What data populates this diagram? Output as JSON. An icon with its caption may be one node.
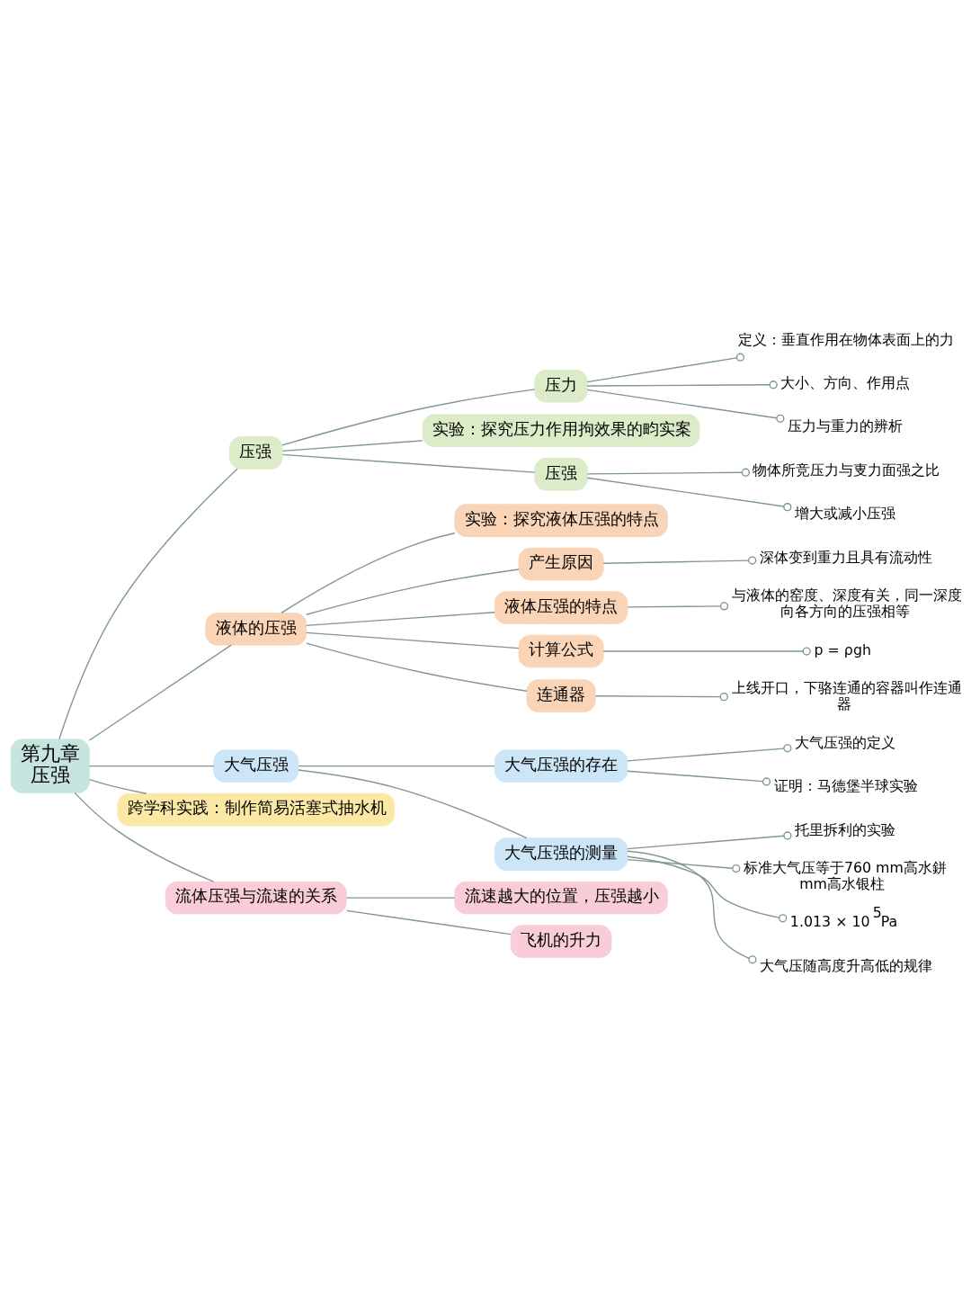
{
  "diagram": {
    "nodes": [
      {
        "text": [
          "第九章",
          "压强"
        ]
      },
      {
        "text": [
          "压强"
        ]
      },
      {
        "text": [
          "压力"
        ]
      },
      {
        "text": [
          "定义：垂直作用在物体表面上的力"
        ]
      },
      {
        "text": [
          "大小、方向、作用点"
        ]
      },
      {
        "text": [
          "压力与重力的辨析"
        ]
      },
      {
        "text": [
          "实验：探究压力作用拘效果的畇实案"
        ]
      },
      {
        "text": [
          "压强"
        ]
      },
      {
        "text": [
          "物体所竞压力与叓力面强之比"
        ]
      },
      {
        "text": [
          "增大或减小压强"
        ]
      },
      {
        "text": [
          "液体的压强"
        ]
      },
      {
        "text": [
          "实验：探究液体压强的特点"
        ]
      },
      {
        "text": [
          "产生原因"
        ]
      },
      {
        "text": [
          "深体变到重力且具有流动性"
        ]
      },
      {
        "text": [
          "液体压强的特点"
        ]
      },
      {
        "text": [
          "与液体的窑度、深度有关，同一深度向各方向的压强相等"
        ]
      },
      {
        "text": [
          "计算公式"
        ]
      },
      {
        "text": [
          "p = ρgh"
        ]
      },
      {
        "text": [
          "连通器"
        ]
      },
      {
        "text": [
          "上线开口，下骆连通的容器叫作连通器"
        ]
      },
      {
        "text": [
          "大气压强"
        ]
      },
      {
        "text": [
          "大气压强的存在"
        ]
      },
      {
        "text": [
          "大气压强的定义"
        ]
      },
      {
        "text": [
          "证明：马德堡半球实验"
        ]
      },
      {
        "text": [
          "大气压强的测量"
        ]
      },
      {
        "text": [
          "托里拆利的实验"
        ]
      },
      {
        "text": [
          "标准大气压等于760 mm高水鉼 mm高水银柱"
        ]
      },
      {
        "text": [
          "1.013 × 10$^{5}$Pa"
        ]
      },
      {
        "text": [
          "大气压随高度升高低的规律"
        ]
      },
      {
        "text": [
          "跨学科实践：制作简易活塞式抽水机"
        ]
      },
      {
        "text": [
          "流体压强与流速的关系"
        ]
      },
      {
        "text": [
          "流速越大的位置，压强越小"
        ]
      },
      {
        "text": [
          "飞机的升力"
        ]
      }
    ],
    "edges": [
      {
        "from": 0,
        "to": 1,
        "arrow": "none"
      },
      {
        "from": 1,
        "to": 2,
        "arrow": "none"
      },
      {
        "from": 2,
        "to": 3,
        "arrow": "other"
      },
      {
        "from": 2,
        "to": 4,
        "arrow": "other"
      },
      {
        "from": 2,
        "to": 5,
        "arrow": "other"
      },
      {
        "from": 1,
        "to": 6,
        "arrow": "none"
      },
      {
        "from": 1,
        "to": 7,
        "arrow": "none"
      },
      {
        "from": 7,
        "to": 8,
        "arrow": "other"
      },
      {
        "from": 7,
        "to": 9,
        "arrow": "other"
      },
      {
        "from": 0,
        "to": 10,
        "arrow": "none"
      },
      {
        "from": 10,
        "to": 11,
        "arrow": "none"
      },
      {
        "from": 10,
        "to": 12,
        "arrow": "none"
      },
      {
        "from": 12,
        "to": 13,
        "arrow": "other"
      },
      {
        "from": 10,
        "to": 14,
        "arrow": "none"
      },
      {
        "from": 14,
        "to": 15,
        "arrow": "other"
      },
      {
        "from": 10,
        "to": 16,
        "arrow": "none"
      },
      {
        "from": 16,
        "to": 17,
        "arrow": "other"
      },
      {
        "from": 10,
        "to": 18,
        "arrow": "none"
      },
      {
        "from": 18,
        "to": 19,
        "arrow": "other"
      },
      {
        "from": 0,
        "to": 20,
        "arrow": "none"
      },
      {
        "from": 20,
        "to": 21,
        "arrow": "none"
      },
      {
        "from": 21,
        "to": 22,
        "arrow": "other"
      },
      {
        "from": 21,
        "to": 23,
        "arrow": "other"
      },
      {
        "from": 20,
        "to": 24,
        "arrow": "none"
      },
      {
        "from": 24,
        "to": 25,
        "arrow": "other"
      },
      {
        "from": 24,
        "to": 26,
        "arrow": "other"
      },
      {
        "from": 24,
        "to": 27,
        "arrow": "other"
      },
      {
        "from": 24,
        "to": 28,
        "arrow": "other"
      },
      {
        "from": 0,
        "to": 29,
        "arrow": "none"
      },
      {
        "from": 0,
        "to": 30,
        "arrow": "none"
      },
      {
        "from": 30,
        "to": 31,
        "arrow": "none"
      },
      {
        "from": 30,
        "to": 32,
        "arrow": "none"
      }
    ]
  }
}
